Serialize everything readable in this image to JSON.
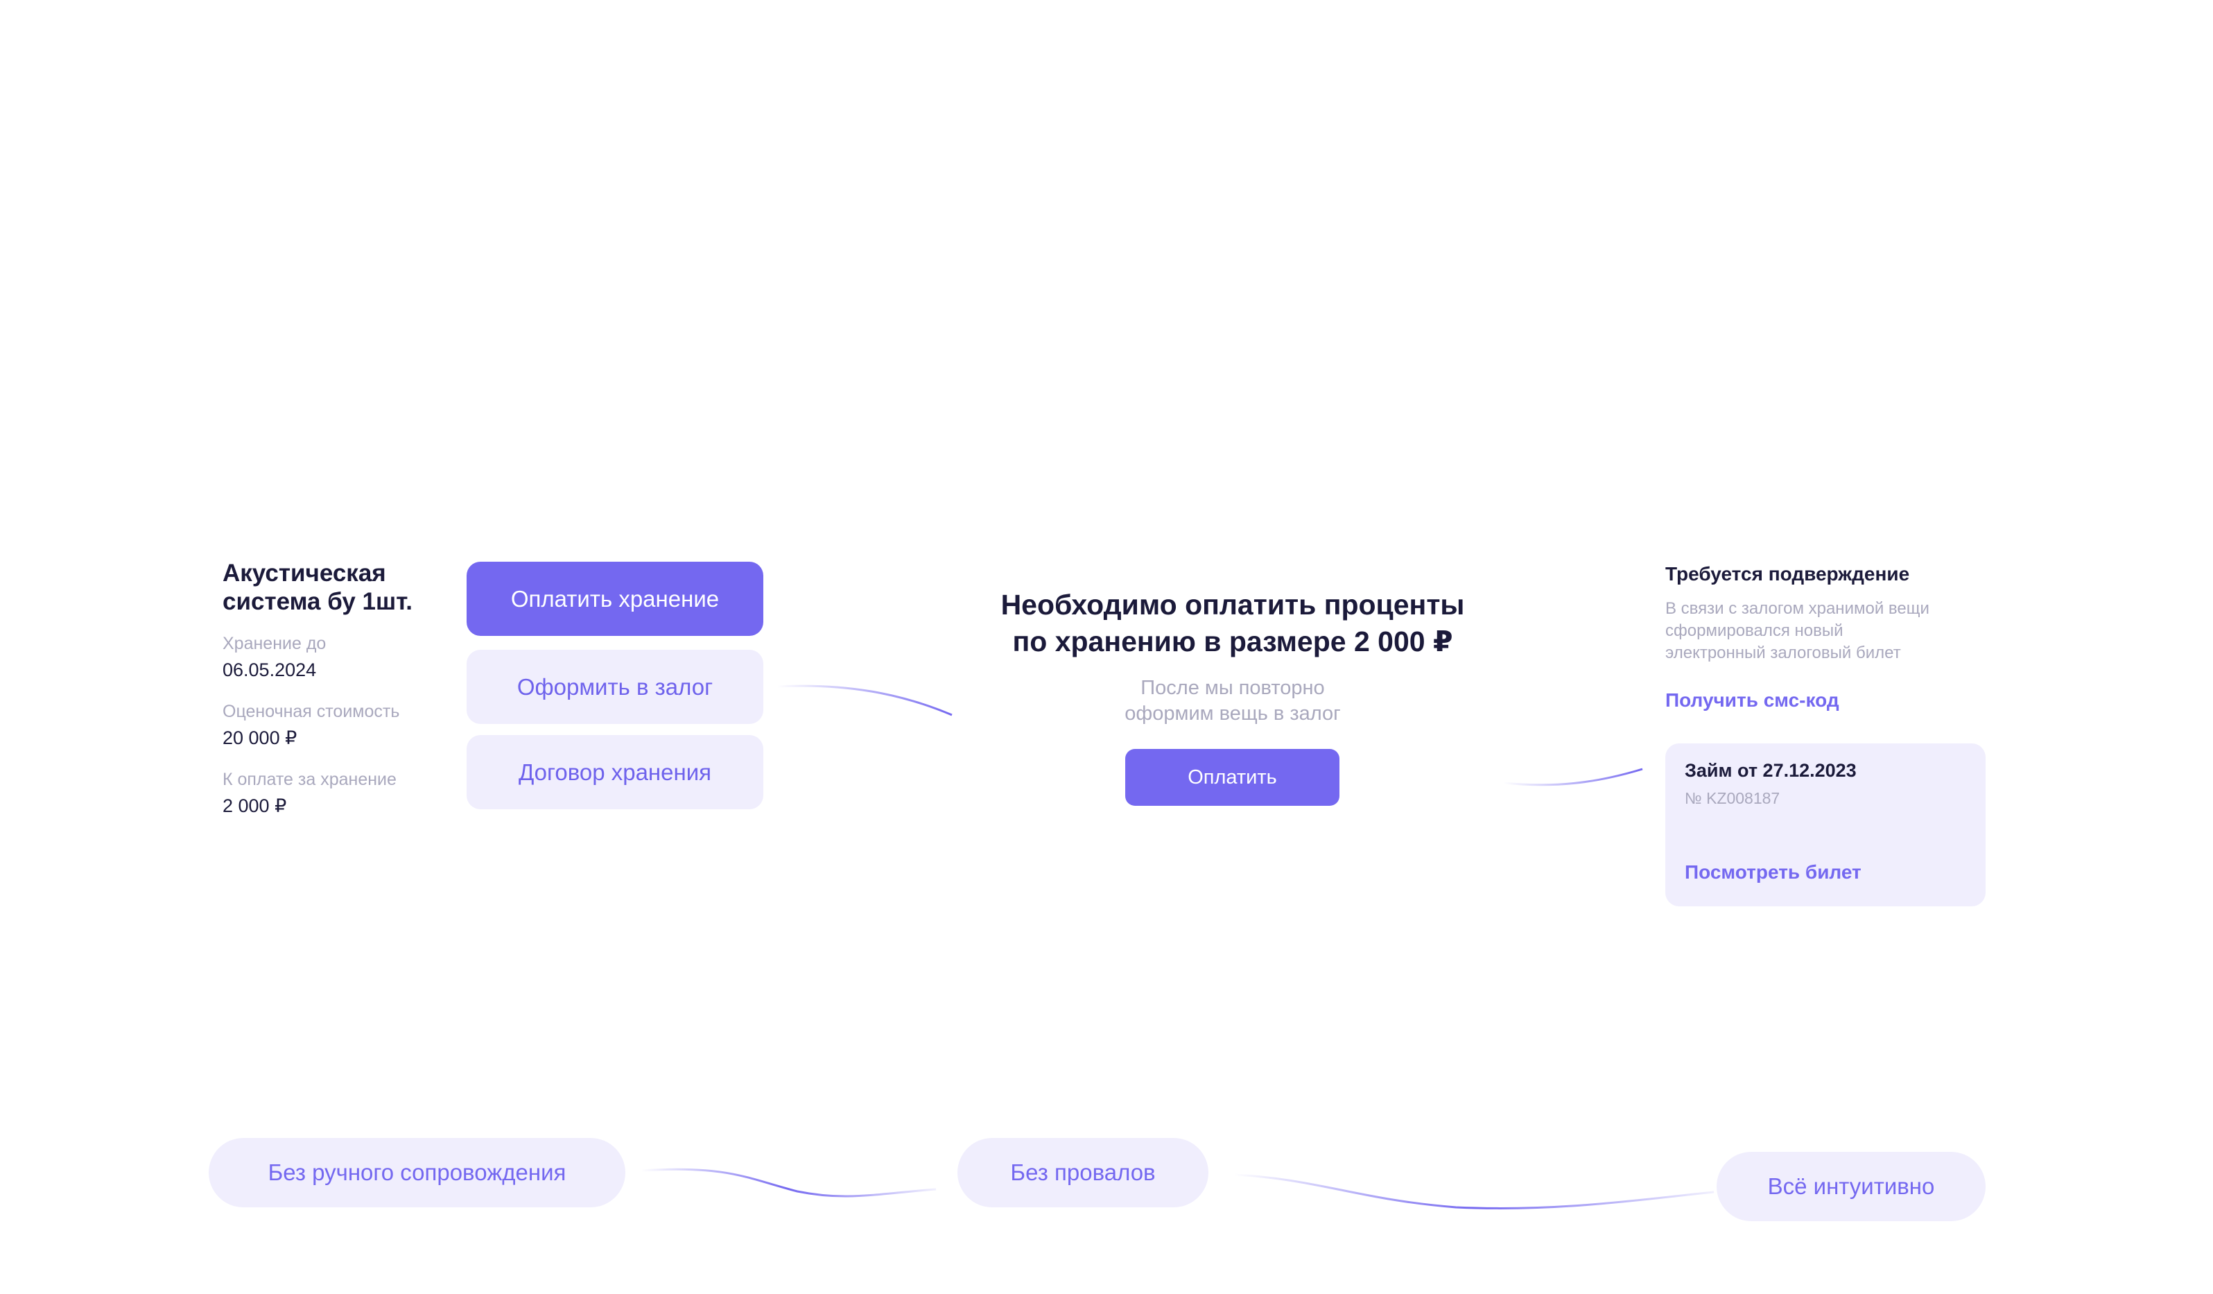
{
  "item": {
    "title": "Акустическая система бу 1шт.",
    "storage_until_label": "Хранение до",
    "storage_until_value": "06.05.2024",
    "estimated_cost_label": "Оценочная стоимость",
    "estimated_cost_value": "20 000 ₽",
    "storage_fee_label": "К оплате за хранение",
    "storage_fee_value": "2 000 ₽"
  },
  "actions": {
    "pay_storage": "Оплатить хранение",
    "pledge": "Оформить в залог",
    "storage_contract": "Договор хранения"
  },
  "payment": {
    "heading_line1": "Необходимо оплатить проценты",
    "heading_line2": "по хранению в размере 2 000 ₽",
    "sub_line1": "После мы повторно",
    "sub_line2": "оформим вещь в залог",
    "pay_button": "Оплатить"
  },
  "confirmation": {
    "title": "Требуется подверждение",
    "desc_line1": "В связи с залогом хранимой вещи",
    "desc_line2": "сформировался новый",
    "desc_line3": "электронный залоговый билет",
    "sms_link": "Получить смс-код",
    "loan_title": "Займ от 27.12.2023",
    "loan_number": "№ KZ008187",
    "view_ticket": "Посмотреть билет"
  },
  "features": [
    "Без ручного сопровождения",
    "Без провалов",
    "Всё интуитивно"
  ],
  "colors": {
    "accent": "#7468f0",
    "accent_light": "#f0eefd",
    "text": "#1b1a3a",
    "muted": "#a9a8bd"
  }
}
